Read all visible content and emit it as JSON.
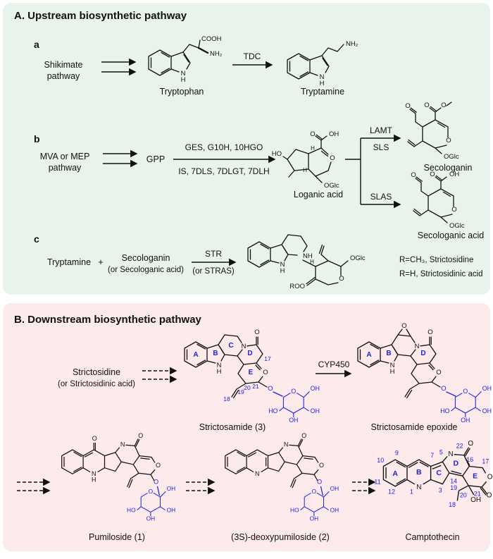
{
  "colors": {
    "panel_a_bg": "#e8f3ec",
    "panel_b_bg": "#fdeaea",
    "accent_blue": "#1e1ee0",
    "ink": "#111111"
  },
  "atoms": {
    "O": "O",
    "OH": "OH",
    "HO": "HO",
    "N": "N",
    "H": "H",
    "NH": "NH",
    "NH2": "NH₂",
    "COOH": "COOH",
    "OGlc": "OGlc",
    "ROO": "ROO"
  },
  "ring_labels": {
    "A": "A",
    "B": "B",
    "C": "C",
    "D": "D",
    "E": "E"
  },
  "locants": {
    "1": "1",
    "3": "3",
    "5": "5",
    "7": "7",
    "9": "9",
    "10": "10",
    "11": "11",
    "12": "12",
    "14": "14",
    "16": "16",
    "17": "17",
    "18": "18",
    "19": "19",
    "20": "20",
    "21": "21",
    "22": "22"
  },
  "panel_a": {
    "title": "A. Upstream biosynthetic pathway",
    "section_a": {
      "label": "a",
      "source_line1": "Shikimate",
      "source_line2": "pathway",
      "enzyme": "TDC",
      "tryptophan_caption": "Tryptophan",
      "tryptamine_caption": "Tryptamine"
    },
    "section_b": {
      "label": "b",
      "source_line1": "MVA or MEP",
      "source_line2": "pathway",
      "gpp": "GPP",
      "enzymes_above": "GES, G10H, 10HGO",
      "enzymes_below": "IS, 7DLS, 7DLGT, 7DLH",
      "loganic_acid_caption": "Loganic acid",
      "branch_top_enzyme_1": "LAMT",
      "branch_top_enzyme_2": "SLS",
      "branch_bottom_enzyme": "SLAS",
      "secologanin_caption": "Secologanin",
      "secologanic_acid_caption": "Secologanic acid"
    },
    "section_c": {
      "label": "c",
      "reactant_1": "Tryptamine",
      "plus": "+",
      "reactant_2_line1": "Secologanin",
      "reactant_2_line2": "(or Secologanic acid)",
      "enzyme_line1": "STR",
      "enzyme_line2": "(or STRAS)",
      "product_r1": "R=CH₃, Strictosidine",
      "product_r2": "R=H, Strictosidinic acid"
    }
  },
  "panel_b": {
    "title": "B. Downstream biosynthetic pathway",
    "source_line1": "Strictosidine",
    "source_line2": "(or Strictosidinic acid)",
    "enzyme": "CYP450",
    "strictosamide_caption": "Strictosamide (3)",
    "strictosamide_epoxide_caption": "Strictosamide epoxide",
    "pumiloside_caption": "Pumiloside (1)",
    "deoxypumiloside_caption": "(3S)-deoxypumiloside (2)",
    "camptothecin_caption": "Camptothecin"
  }
}
